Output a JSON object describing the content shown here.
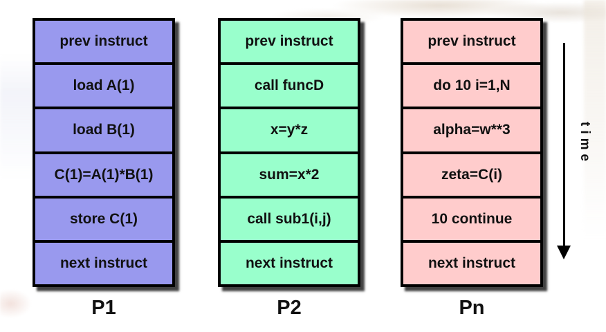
{
  "diagram": {
    "description": "Three processors each executing a serial stream of instructions over time",
    "border_color": "#000000",
    "text_color": "#111111",
    "background_color": "#ffffff"
  },
  "columns": [
    {
      "label": "P1",
      "color": "#9999ee",
      "cells": [
        "prev instruct",
        "load A(1)",
        "load B(1)",
        "C(1)=A(1)*B(1)",
        "store C(1)",
        "next instruct"
      ]
    },
    {
      "label": "P2",
      "color": "#99ffcc",
      "cells": [
        "prev instruct",
        "call funcD",
        "x=y*z",
        "sum=x*2",
        "call sub1(i,j)",
        "next instruct"
      ]
    },
    {
      "label": "Pn",
      "color": "#ffcccc",
      "cells": [
        "prev instruct",
        "do 10 i=1,N",
        "alpha=w**3",
        "zeta=C(i)",
        "10 continue",
        "next instruct"
      ]
    }
  ],
  "time_axis": {
    "label": "time",
    "direction": "down",
    "arrow_color": "#000000"
  }
}
